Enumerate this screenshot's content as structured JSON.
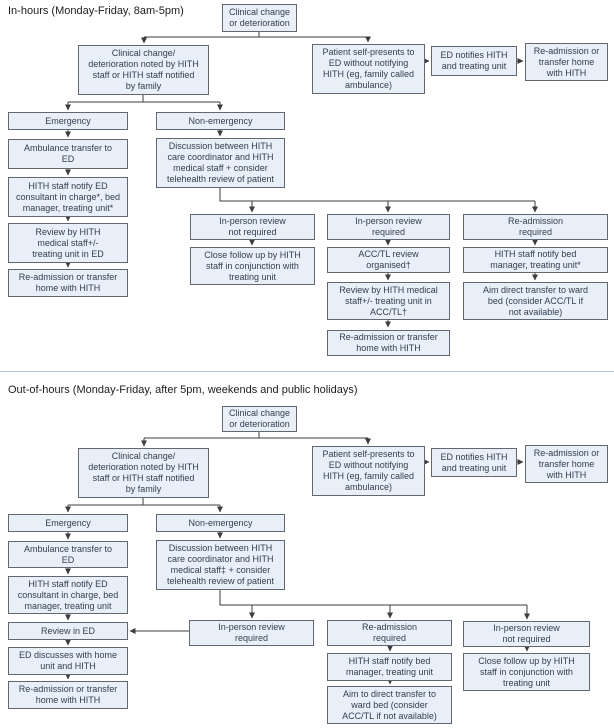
{
  "colors": {
    "box_fill": "#e9eff8",
    "box_border": "#63686e",
    "box_text": "#32404f",
    "connector_line": "#3d3d3d",
    "section_divider": "#b7c6d6"
  },
  "in_hours": {
    "title": "In-hours (Monday-Friday, 8am-5pm)",
    "nodes": {
      "start": "Clinical change\nor deterioration",
      "noted_by_staff": "Clinical change/\ndeterioration noted by HITH\nstaff or HITH staff notified\nby family",
      "patient_self_presents": "Patient self-presents to\nED without notifying\nHITH (eg, family called\nambulance)",
      "ed_notifies": "ED notifies HITH\nand treating unit",
      "readmission_or_home": "Re-admission or\ntransfer home\nwith HITH",
      "emergency": "Emergency",
      "non_emergency": "Non-emergency",
      "ambulance_transfer": "Ambulance transfer to\nED",
      "discussion_telehealth": "Discussion between HITH\ncare coordinator and HITH\nmedical staff + consider\ntelehealth review of patient",
      "notify_ed_consultant": "HITH staff notify ED\nconsultant in charge*, bed\nmanager, treating unit*",
      "review_by_medical_staff_ed": "Review by HITH\nmedical staff+/-\ntreating unit in ED",
      "readmission_or_home_left": "Re-admission or transfer\nhome with HITH",
      "review_not_required": "In-person review\nnot required",
      "close_follow_up": "Close follow up by HITH\nstaff in conjunction with\ntreating unit",
      "review_required": "In-person review\nrequired",
      "acc_tl_review": "ACC/TL review\norganised†",
      "review_in_acc_tl": "Review by HITH medical\nstaff+/- treating unit in\nACC/TL†",
      "readmission_or_home_mid": "Re-admission or transfer\nhome with HITH",
      "readmission_required": "Re-admission\nrequired",
      "notify_bed_manager": "HITH staff notify bed\nmanager, treating unit*",
      "aim_direct_transfer": "Aim direct transfer to ward\nbed (consider ACC/TL if\nnot available)"
    }
  },
  "out_of_hours": {
    "title": "Out-of-hours (Monday-Friday, after 5pm, weekends and public holidays)",
    "nodes": {
      "start": "Clinical change\nor deterioration",
      "noted_by_staff": "Clinical change/\ndeterioration noted by HITH\nstaff or HITH staff notified\nby family",
      "patient_self_presents": "Patient self-presents to\nED without notifying\nHITH (eg, family called\nambulance)",
      "ed_notifies": "ED notifies HITH\nand treating unit",
      "readmission_or_home": "Re-admission or\ntransfer home\nwith HITH",
      "emergency": "Emergency",
      "non_emergency": "Non-emergency",
      "ambulance_transfer": "Ambulance transfer to\nED",
      "discussion_telehealth": "Discussion between HITH\ncare coordinator and HITH\nmedical staff‡ + consider\ntelehealth review of patient",
      "notify_ed_consultant": "HITH staff notify ED\nconsultant in charge, bed\nmanager, treating unit",
      "review_in_ed": "Review in ED",
      "ed_discusses": "ED discusses with home\nunit and HITH",
      "readmission_or_home_left": "Re-admission or transfer\nhome with HITH",
      "review_required": "In-person review\nrequired",
      "readmission_required": "Re-admission\nrequired",
      "notify_bed_manager": "HITH staff notify bed\nmanager, treating unit",
      "aim_direct_transfer": "Aim to direct transfer to\nward bed (consider\nACC/TL if not available)",
      "review_not_required": "In-person review\nnot required",
      "close_follow_up": "Close follow up by HITH\nstaff in conjunction with\ntreating unit"
    }
  }
}
